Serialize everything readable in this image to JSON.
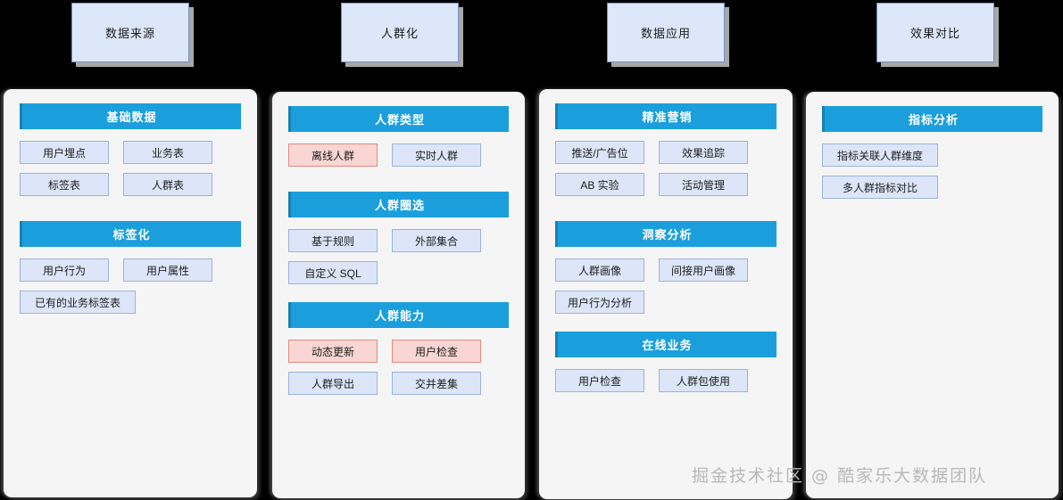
{
  "colors": {
    "page_background": "#000000",
    "panel_background": "#f5f5f5",
    "group_header": "#1a9fdc",
    "item_blue_fill": "#dce6f8",
    "item_blue_border": "#9bb3dd",
    "item_pink_fill": "#f9d6d3",
    "item_pink_border": "#e08b80",
    "stage_box_fill": "#dce7fa",
    "stage_box_border": "#6f93c9",
    "watermark": "#b9b9b9"
  },
  "stages": [
    {
      "label": "数据来源"
    },
    {
      "label": "人群化"
    },
    {
      "label": "数据应用"
    },
    {
      "label": "效果对比"
    }
  ],
  "columns": [
    {
      "name": "data-source",
      "groups": [
        {
          "title": "基础数据",
          "items": [
            {
              "label": "用户埋点",
              "style": "blue",
              "width": "normal"
            },
            {
              "label": "业务表",
              "style": "blue",
              "width": "normal"
            },
            {
              "label": "标签表",
              "style": "blue",
              "width": "normal"
            },
            {
              "label": "人群表",
              "style": "blue",
              "width": "normal"
            }
          ]
        },
        {
          "title": "标签化",
          "items": [
            {
              "label": "用户行为",
              "style": "blue",
              "width": "normal"
            },
            {
              "label": "用户属性",
              "style": "blue",
              "width": "normal"
            },
            {
              "label": "已有的业务标签表",
              "style": "blue",
              "width": "wide"
            }
          ]
        }
      ]
    },
    {
      "name": "audience",
      "groups": [
        {
          "title": "人群类型",
          "items": [
            {
              "label": "离线人群",
              "style": "pink",
              "width": "normal"
            },
            {
              "label": "实时人群",
              "style": "blue",
              "width": "normal"
            }
          ]
        },
        {
          "title": "人群圈选",
          "items": [
            {
              "label": "基于规则",
              "style": "blue",
              "width": "normal"
            },
            {
              "label": "外部集合",
              "style": "blue",
              "width": "normal"
            },
            {
              "label": "自定义 SQL",
              "style": "blue",
              "width": "normal"
            }
          ]
        },
        {
          "title": "人群能力",
          "items": [
            {
              "label": "动态更新",
              "style": "pink",
              "width": "normal"
            },
            {
              "label": "用户检查",
              "style": "pink",
              "width": "normal"
            },
            {
              "label": "人群导出",
              "style": "blue",
              "width": "normal"
            },
            {
              "label": "交并差集",
              "style": "blue",
              "width": "normal"
            }
          ]
        }
      ]
    },
    {
      "name": "data-application",
      "groups": [
        {
          "title": "精准营销",
          "items": [
            {
              "label": "推送/广告位",
              "style": "blue",
              "width": "normal"
            },
            {
              "label": "效果追踪",
              "style": "blue",
              "width": "normal"
            },
            {
              "label": "AB 实验",
              "style": "blue",
              "width": "normal"
            },
            {
              "label": "活动管理",
              "style": "blue",
              "width": "normal"
            }
          ]
        },
        {
          "title": "洞察分析",
          "items": [
            {
              "label": "人群画像",
              "style": "blue",
              "width": "normal"
            },
            {
              "label": "间接用户画像",
              "style": "blue",
              "width": "normal"
            },
            {
              "label": "用户行为分析",
              "style": "blue",
              "width": "normal"
            }
          ]
        },
        {
          "title": "在线业务",
          "items": [
            {
              "label": "用户检查",
              "style": "blue",
              "width": "normal"
            },
            {
              "label": "人群包使用",
              "style": "blue",
              "width": "normal"
            }
          ]
        }
      ]
    },
    {
      "name": "effect-comparison",
      "groups": [
        {
          "title": "指标分析",
          "items": [
            {
              "label": "指标关联人群维度",
              "style": "blue",
              "width": "wide"
            },
            {
              "label": "多人群指标对比",
              "style": "blue",
              "width": "wide"
            }
          ]
        }
      ]
    }
  ],
  "watermark": "掘金技术社区 @ 酷家乐大数据团队"
}
